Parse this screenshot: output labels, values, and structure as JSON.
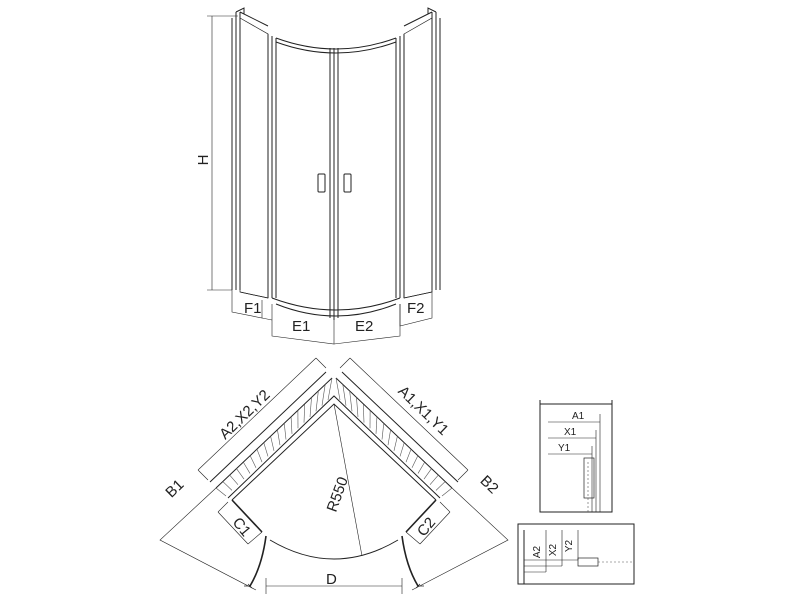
{
  "labels": {
    "h": "H",
    "f1": "F1",
    "e1": "E1",
    "e2": "E2",
    "f2": "F2",
    "a2x2y2": "A2,X2,Y2",
    "a1x1y1": "A1,X1,Y1",
    "b1": "B1",
    "b2": "B2",
    "r550": "R550",
    "c1": "C1",
    "c2": "C2",
    "d": "D",
    "detail_a1": "A1",
    "detail_x1": "X1",
    "detail_y1": "Y1",
    "detail_a2": "A2",
    "detail_x2": "X2",
    "detail_y2": "Y2"
  }
}
